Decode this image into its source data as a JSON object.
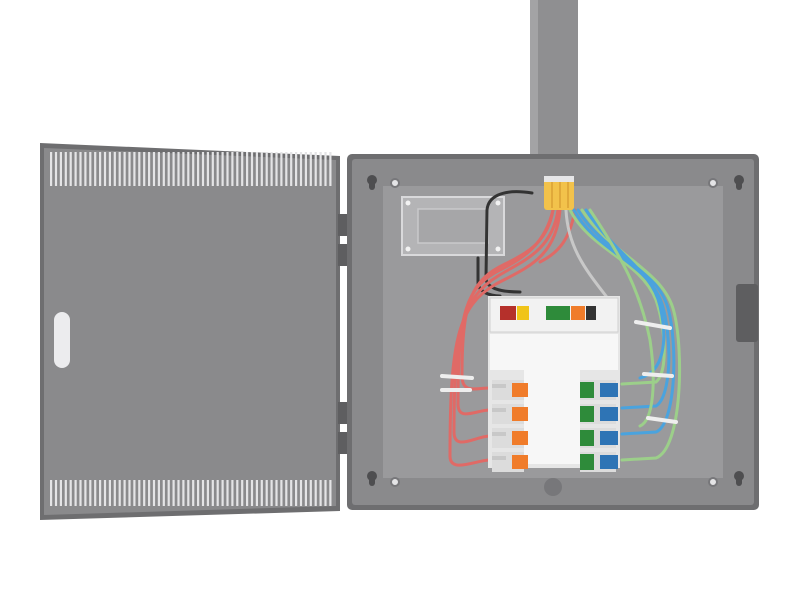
{
  "colors": {
    "background": "#ffffff",
    "pipe": "#8f8f91",
    "enclosure_dark": "#6e6e70",
    "enclosure_mid": "#8a8a8c",
    "enclosure_panel": "#9a9a9c",
    "vent_slots": "#e4e4e6",
    "module_body": "#f2f2f2",
    "connector_red": "#e0664f",
    "connector_orange": "#f07c2a",
    "connector_green": "#2e8b3a",
    "connector_blue": "#2e74b5",
    "wire_red": "#e06a66",
    "wire_blue": "#4aa3de",
    "wire_green": "#9ccf8a",
    "wire_black": "#333333",
    "wire_gray": "#c8c8c8",
    "gland_yellow": "#f2c24b"
  },
  "icons": {
    "door_handle": "door-handle-icon",
    "mounting_hole": "keyhole-mount-icon",
    "screw": "screw-icon",
    "junction_box": "junction-box-icon",
    "cable_tie": "cable-tie-icon"
  },
  "components": {
    "left_output_connectors": 4,
    "right_output_connectors": 4,
    "cable_ties": 5
  }
}
